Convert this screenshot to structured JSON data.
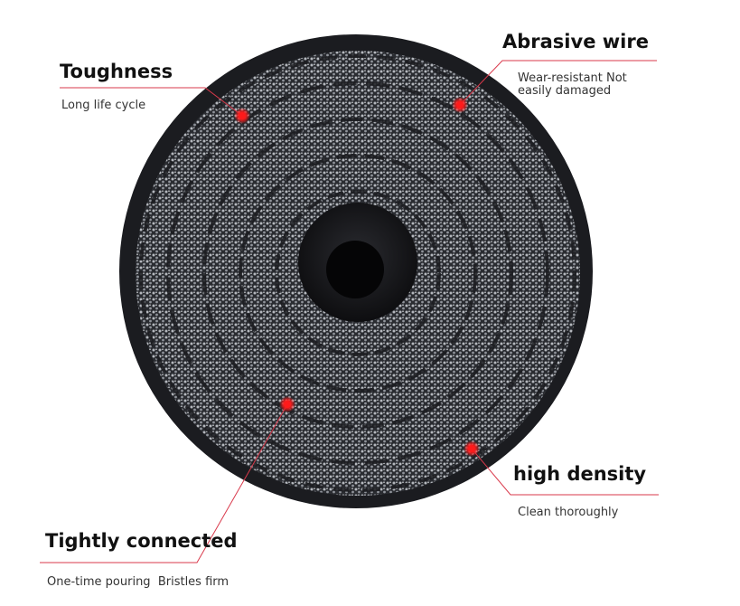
{
  "colors": {
    "leader_line": "#d9394b",
    "hotspot": "#ff1a1a",
    "disc_base": "#1b1c20",
    "bristle": "#b4b7bd"
  },
  "callouts": [
    {
      "title": "Toughness",
      "subtitle": "Long life cycle"
    },
    {
      "title": "Abrasive wire",
      "subtitle": "Wear-resistant Not easily damaged"
    },
    {
      "title": "high density",
      "subtitle": "Clean thoroughly"
    },
    {
      "title": "Tightly connected",
      "subtitle": "One-time pouring  Bristles firm"
    }
  ]
}
